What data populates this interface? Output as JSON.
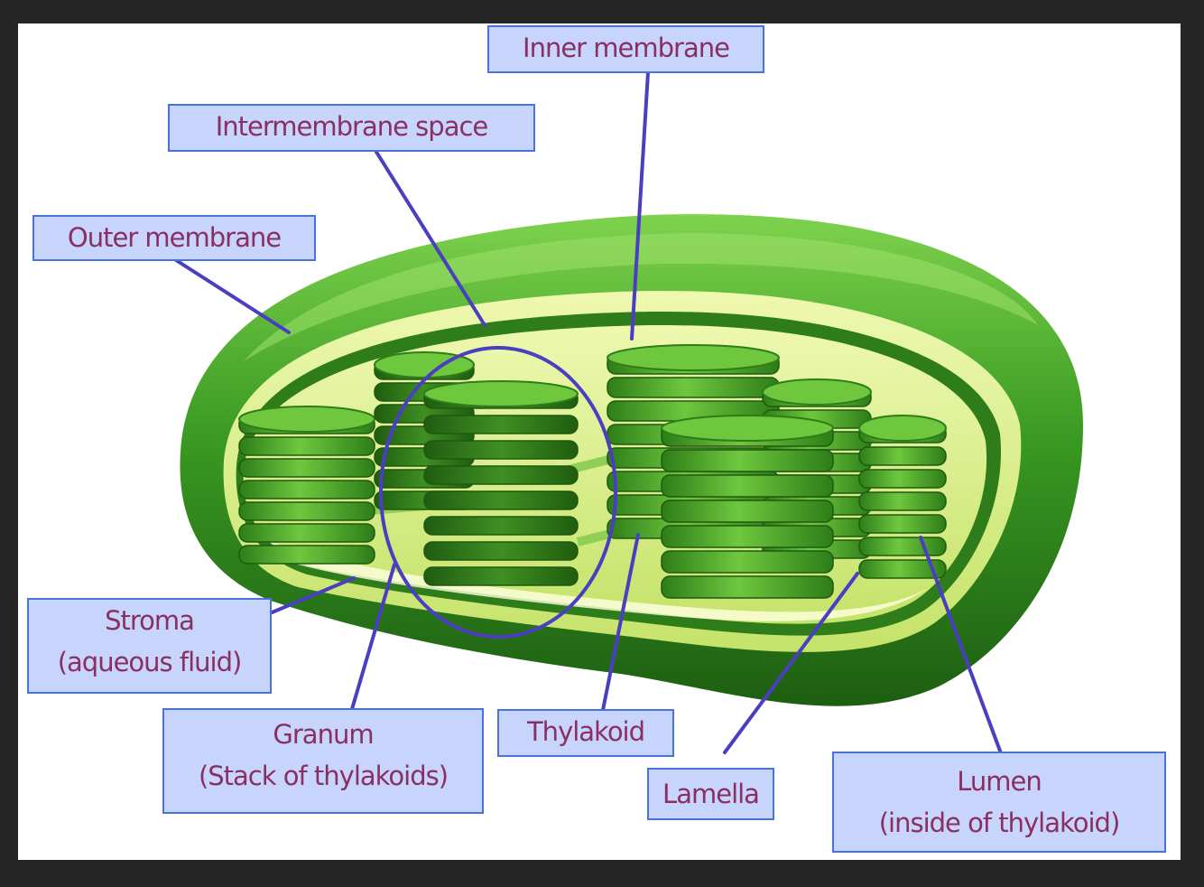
{
  "labels": {
    "inner_membrane": "Inner membrane",
    "intermembrane_space": "Intermembrane space",
    "outer_membrane": "Outer membrane",
    "stroma_line1": "Stroma",
    "stroma_line2": "(aqueous fluid)",
    "granum_line1": "Granum",
    "granum_line2": "(Stack of thylakoids)",
    "thylakoid": "Thylakoid",
    "lamella": "Lamella",
    "lumen_line1": "Lumen",
    "lumen_line2": "(inside of thylakoid)"
  },
  "colors": {
    "background_frame": "#262626",
    "canvas": "#ffffff",
    "label_fill": "#c7d4fb",
    "label_border": "#4a73d8",
    "label_text": "#8a2f63",
    "pointer_line": "#4a3fc0",
    "outer_membrane_green": "#2f8f1f",
    "inner_membrane_yellow": "#d8ee8a",
    "stroma_fill": "#f3f9c8",
    "thylakoid_green": "#4fae2a"
  }
}
